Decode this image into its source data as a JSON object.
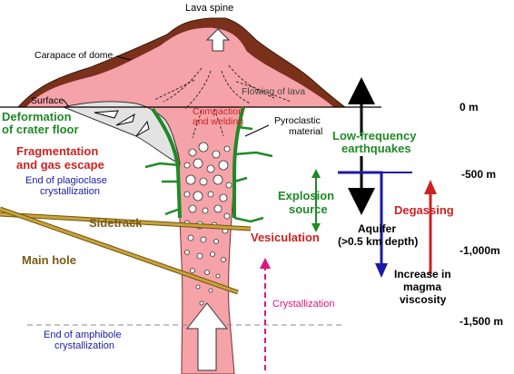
{
  "colors": {
    "magma": "#f5a3a8",
    "magma_outline": "#7a2e2e",
    "carapace": "#7b3119",
    "crater_fill": "#e3e3e3",
    "green": "#1f8a26",
    "red": "#cc2222",
    "navy": "#1a1aa8",
    "brown": "#7a5a18",
    "pink": "#e0147d",
    "casing": "#c9a23a"
  },
  "labels": {
    "lava_spine": "Lava spine",
    "carapace": "Carapace of dome",
    "surface": "Surface",
    "flowing_lava": "Flowing of lava",
    "compaction_1": "Compaction",
    "compaction_2": "and welding",
    "pyroclastic_1": "Pyroclastic",
    "pyroclastic_2": "material",
    "deformation_1": "Deformation",
    "deformation_2": "of crater floor",
    "fragmentation_1": "Fragmentation",
    "fragmentation_2": "and gas escape",
    "plagioclase_1": "End of plagioclase",
    "plagioclase_2": "crystallization",
    "sidetrack": "Sidetrack",
    "main_hole": "Main hole",
    "low_freq_1": "Low-frequency",
    "low_freq_2": "earthquakes",
    "explosion_1": "Explosion",
    "explosion_2": "source",
    "vesiculation": "Vesiculation",
    "crystallization": "Crystallization",
    "amphibole_1": "End of amphibole",
    "amphibole_2": "crystallization",
    "aquifer_1": "Aquifer",
    "aquifer_2": "(>0.5 km depth)",
    "degassing": "Degassing",
    "viscosity_1": "Increase in",
    "viscosity_2": "magma",
    "viscosity_3": "viscosity"
  },
  "depths": {
    "d0": "0 m",
    "d500": "-500 m",
    "d1000": "-1,000m",
    "d1500": "-1,500 m"
  }
}
